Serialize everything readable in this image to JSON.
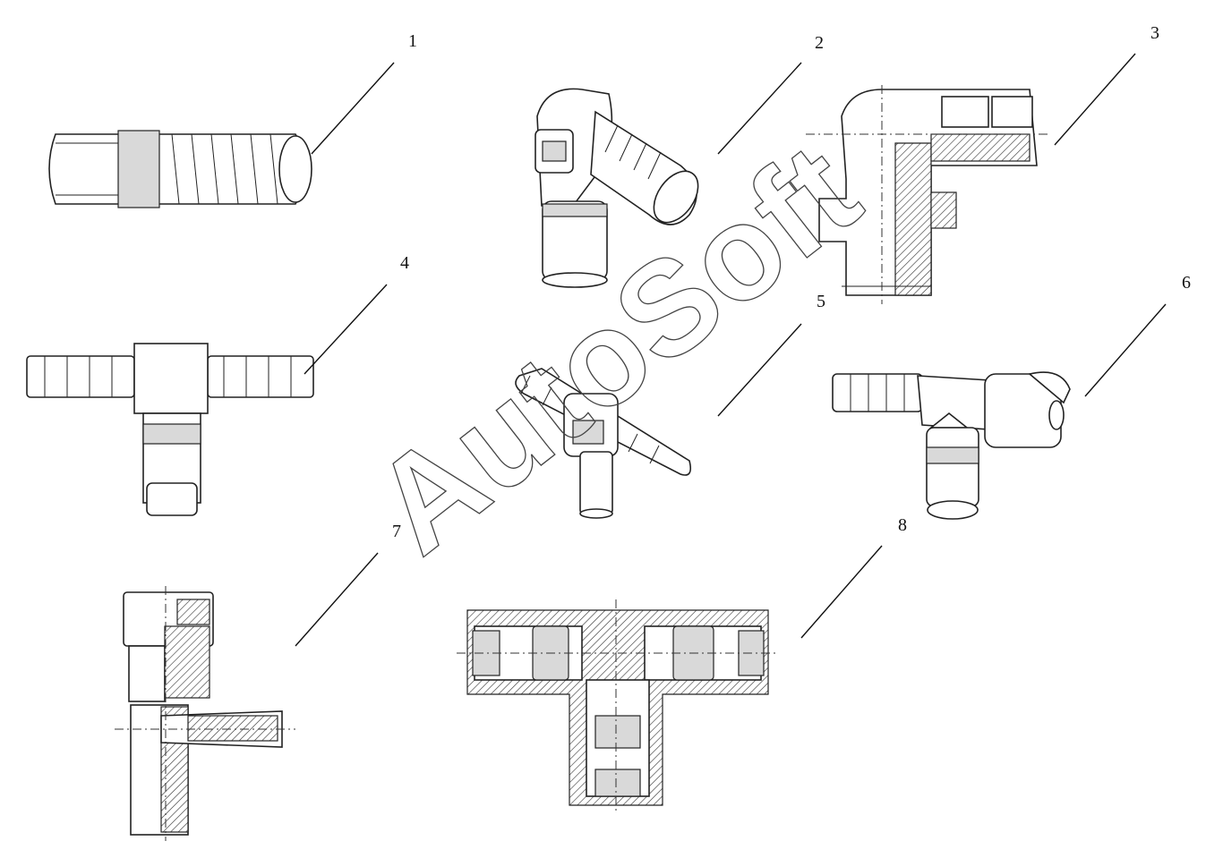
{
  "callouts": [
    {
      "id": "1",
      "label": "1"
    },
    {
      "id": "2",
      "label": "2"
    },
    {
      "id": "3",
      "label": "3"
    },
    {
      "id": "4",
      "label": "4"
    },
    {
      "id": "5",
      "label": "5"
    },
    {
      "id": "6",
      "label": "6"
    },
    {
      "id": "7",
      "label": "7"
    },
    {
      "id": "8",
      "label": "8"
    }
  ],
  "watermark": {
    "text": "AutoSoft"
  },
  "parts": [
    {
      "callout": "1",
      "icon": "straight-ribbed-connector-icon"
    },
    {
      "callout": "2",
      "icon": "elbow-hose-connector-icon"
    },
    {
      "callout": "3",
      "icon": "elbow-fitting-section-icon"
    },
    {
      "callout": "4",
      "icon": "tee-connector-icon"
    },
    {
      "callout": "5",
      "icon": "tee-connector-3d-icon"
    },
    {
      "callout": "6",
      "icon": "tee-connector-cap-icon"
    },
    {
      "callout": "7",
      "icon": "angle-fitting-section-icon"
    },
    {
      "callout": "8",
      "icon": "tee-fitting-section-icon"
    }
  ]
}
